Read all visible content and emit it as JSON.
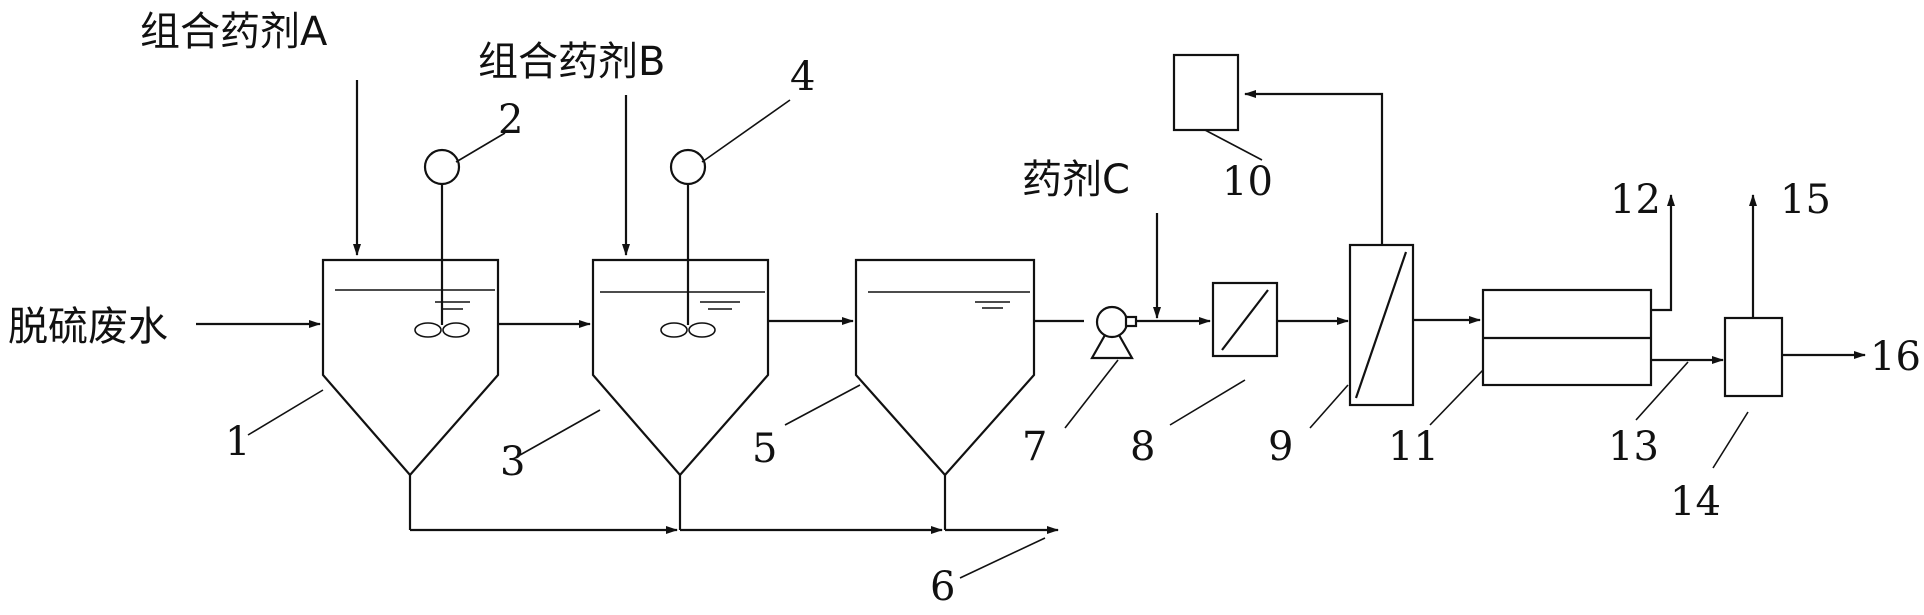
{
  "labels": {
    "reagent_a": "组合药剂A",
    "reagent_b": "组合药剂B",
    "reagent_c": "药剂C",
    "inlet": "脱硫废水"
  },
  "numbers": [
    "1",
    "2",
    "3",
    "4",
    "5",
    "6",
    "7",
    "8",
    "9",
    "10",
    "11",
    "12",
    "13",
    "14",
    "15",
    "16"
  ]
}
